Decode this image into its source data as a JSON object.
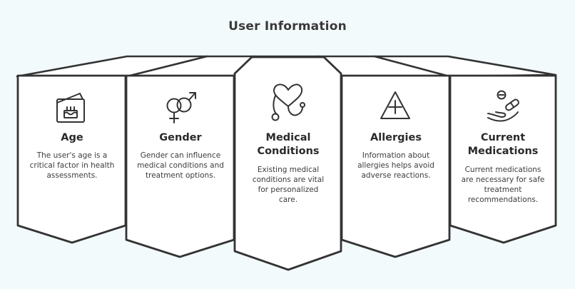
{
  "title": "User Information",
  "colors": {
    "background": "#f3fafc",
    "card_fill": "#ffffff",
    "stroke": "#333333",
    "text": "#2f2f2f"
  },
  "cards": [
    {
      "heading": "Age",
      "description": "The user's age is a critical factor in health assessments.",
      "icon": "birthday-card-icon"
    },
    {
      "heading": "Gender",
      "description": "Gender can influence medical conditions and treatment options.",
      "icon": "gender-symbols-icon"
    },
    {
      "heading": "Medical Conditions",
      "description": "Existing medical conditions are vital for personalized care.",
      "icon": "stethoscope-heart-icon"
    },
    {
      "heading": "Allergies",
      "description": "Information about allergies helps avoid adverse reactions.",
      "icon": "warning-triangle-icon"
    },
    {
      "heading": "Current Medications",
      "description": "Current medications are necessary for safe treatment recommendations.",
      "icon": "hand-pills-icon"
    }
  ]
}
